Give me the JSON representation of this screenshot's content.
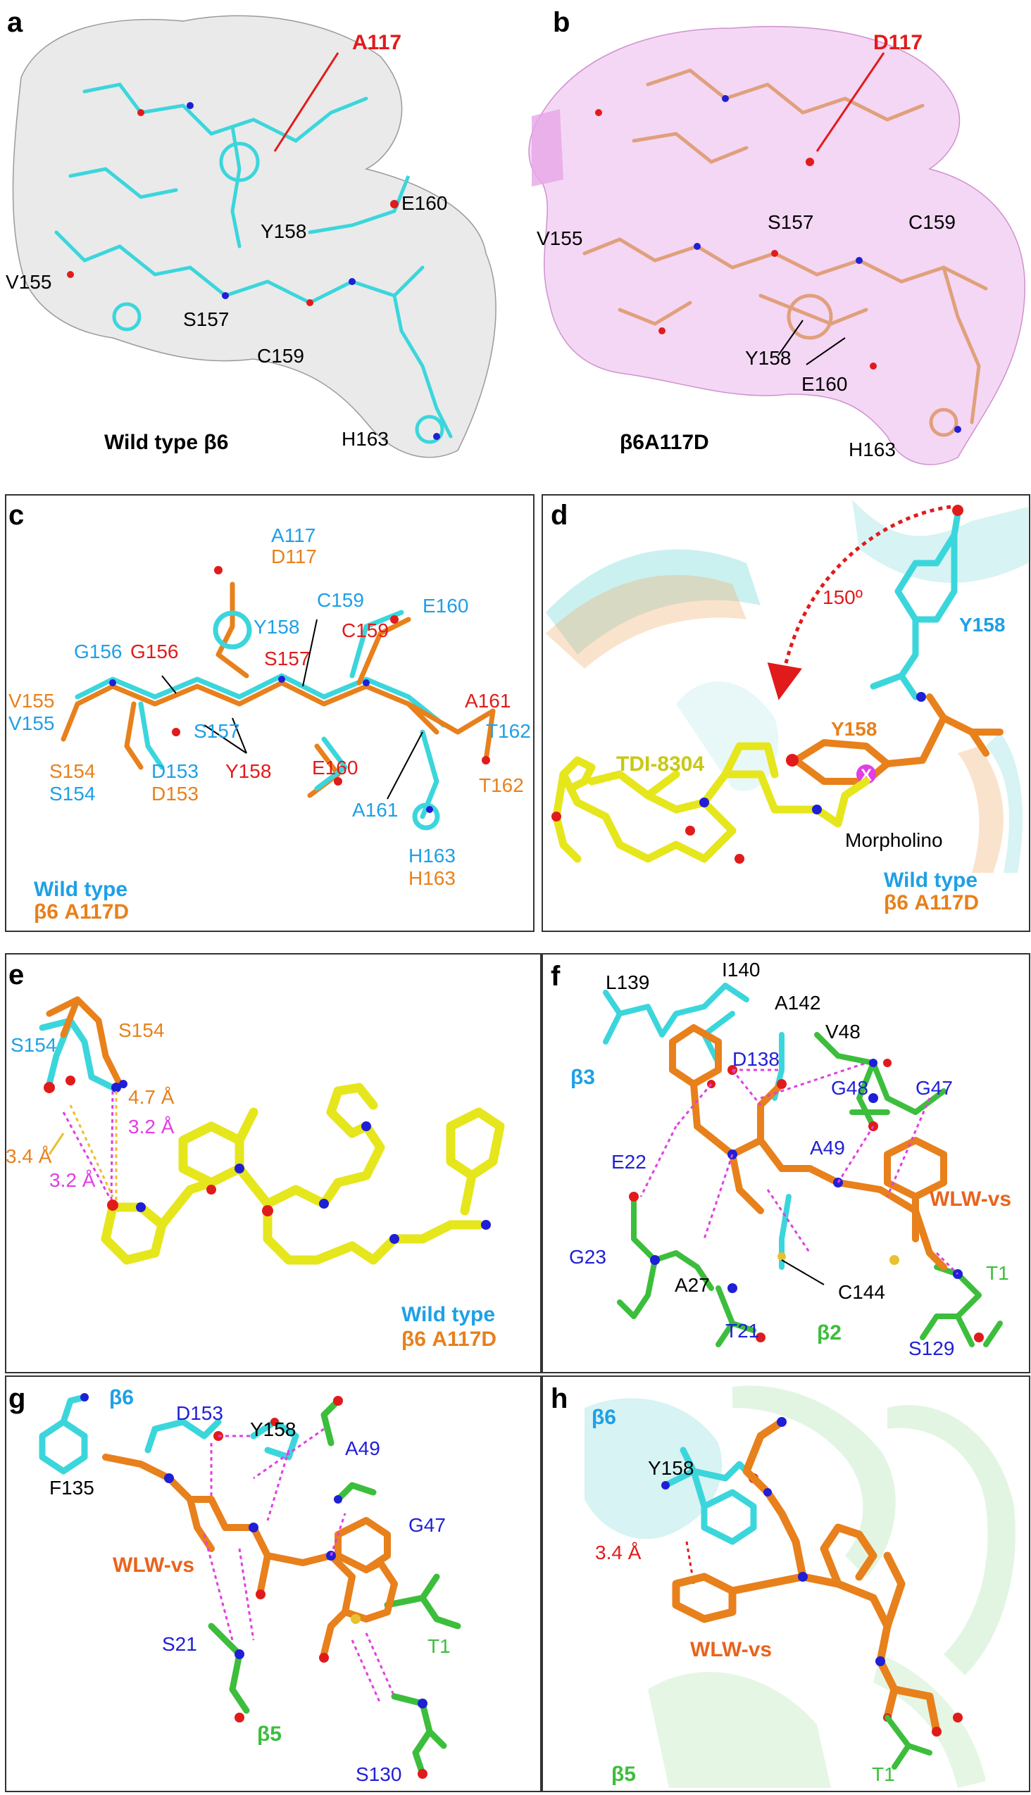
{
  "panels": {
    "a": {
      "letter": "a",
      "caption": "Wild type β6",
      "labels": [
        "A117",
        "E160",
        "Y158",
        "V155",
        "S157",
        "C159",
        "H163"
      ]
    },
    "b": {
      "letter": "b",
      "caption": "β6A117D",
      "labels": [
        "D117",
        "S157",
        "C159",
        "V155",
        "Y158",
        "E160",
        "H163"
      ]
    },
    "c": {
      "letter": "c",
      "labels_cyan": [
        "A117",
        "C159",
        "E160",
        "G156",
        "Y158",
        "V155",
        "S157",
        "D153",
        "S154",
        "T162",
        "A161",
        "H163"
      ],
      "labels_orange": [
        "D117",
        "V155",
        "S154",
        "D153",
        "T162",
        "H163"
      ],
      "labels_red": [
        "G156",
        "C159",
        "S157",
        "Y158",
        "E160",
        "A161"
      ],
      "legend_wt": "Wild type",
      "legend_mut": "β6 A117D"
    },
    "d": {
      "letter": "d",
      "angle": "150º",
      "y158_cyan": "Y158",
      "y158_orange": "Y158",
      "ligand": "TDI-8304",
      "morpholino": "Morpholino",
      "x_mark": "X",
      "legend_wt": "Wild type",
      "legend_mut": "β6 A117D"
    },
    "e": {
      "letter": "e",
      "s154_cyan": "S154",
      "s154_orange": "S154",
      "d1": "4.7 Å",
      "d2": "3.2 Å",
      "d3": "3.4 Å",
      "d4": "3.2 Å",
      "legend_wt": "Wild type",
      "legend_mut": "β6 A117D"
    },
    "f": {
      "letter": "f",
      "labels_black": [
        "L139",
        "I140",
        "A142",
        "V48",
        "A27",
        "C144"
      ],
      "labels_blue": [
        "D138",
        "G48",
        "G47",
        "E22",
        "A49",
        "G23",
        "T21",
        "S129"
      ],
      "beta3": "β3",
      "beta2": "β2",
      "ligand": "WLW-vs",
      "t1": "T1"
    },
    "g": {
      "letter": "g",
      "beta6": "β6",
      "beta5": "β5",
      "labels_black": [
        "Y158",
        "F135"
      ],
      "labels_blue": [
        "D153",
        "A49",
        "G47",
        "S21",
        "S130"
      ],
      "ligand": "WLW-vs",
      "t1": "T1"
    },
    "h": {
      "letter": "h",
      "beta6": "β6",
      "beta5": "β5",
      "y158": "Y158",
      "dist": "3.4 Å",
      "ligand": "WLW-vs",
      "t1": "T1"
    }
  },
  "colors": {
    "cyan": "#3bd6dc",
    "orange": "#e8801c",
    "yellow": "#e6e61c",
    "green": "#3cbe3c",
    "magenta": "#e23ee2",
    "red": "#e11b1b",
    "blue": "#1f1fd6",
    "lightblue": "#1ea0e6",
    "salmon": "#e0a07c",
    "pink": "#f0c6f0"
  }
}
